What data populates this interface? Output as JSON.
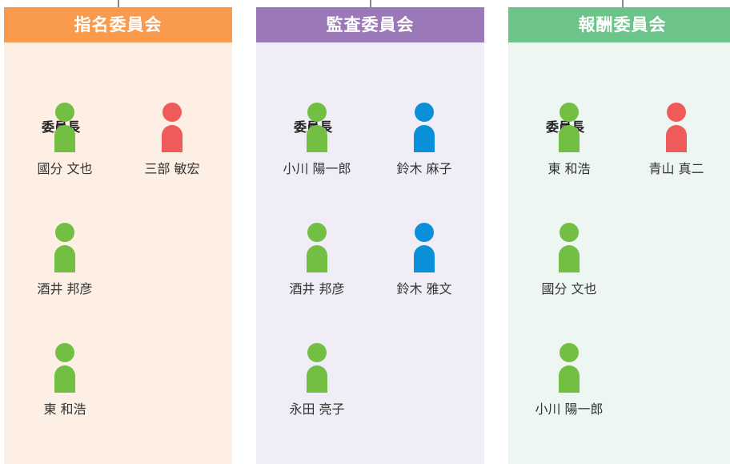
{
  "colors": {
    "inside_director": "#72bf44",
    "female_director": "#ef5b5b",
    "outside_auditor": "#0a90d8"
  },
  "committees": [
    {
      "name": "指名委員会",
      "header_color": "#f99a4c",
      "bg_color": "#fdefe4",
      "chair_label": "委員長",
      "members": [
        {
          "name": "國分 文也",
          "color": "#72bf44"
        },
        {
          "name": "三部 敏宏",
          "color": "#ef5b5b"
        },
        {
          "name": "酒井 邦彦",
          "color": "#72bf44"
        },
        {
          "name": "東 和浩",
          "color": "#72bf44"
        }
      ]
    },
    {
      "name": "監査委員会",
      "header_color": "#9b78b8",
      "bg_color": "#f0edf6",
      "chair_label": "委員長",
      "members": [
        {
          "name": "小川 陽一郎",
          "color": "#72bf44"
        },
        {
          "name": "鈴木 麻子",
          "color": "#0a90d8"
        },
        {
          "name": "酒井 邦彦",
          "color": "#72bf44"
        },
        {
          "name": "鈴木 雅文",
          "color": "#0a90d8"
        },
        {
          "name": "永田 亮子",
          "color": "#72bf44"
        }
      ]
    },
    {
      "name": "報酬委員会",
      "header_color": "#6cc48b",
      "bg_color": "#edf6f1",
      "chair_label": "委員長",
      "members": [
        {
          "name": "東 和浩",
          "color": "#72bf44"
        },
        {
          "name": "青山 真二",
          "color": "#ef5b5b"
        },
        {
          "name": "國分 文也",
          "color": "#72bf44"
        },
        {
          "name": "小川 陽一郎",
          "color": "#72bf44"
        }
      ]
    }
  ]
}
